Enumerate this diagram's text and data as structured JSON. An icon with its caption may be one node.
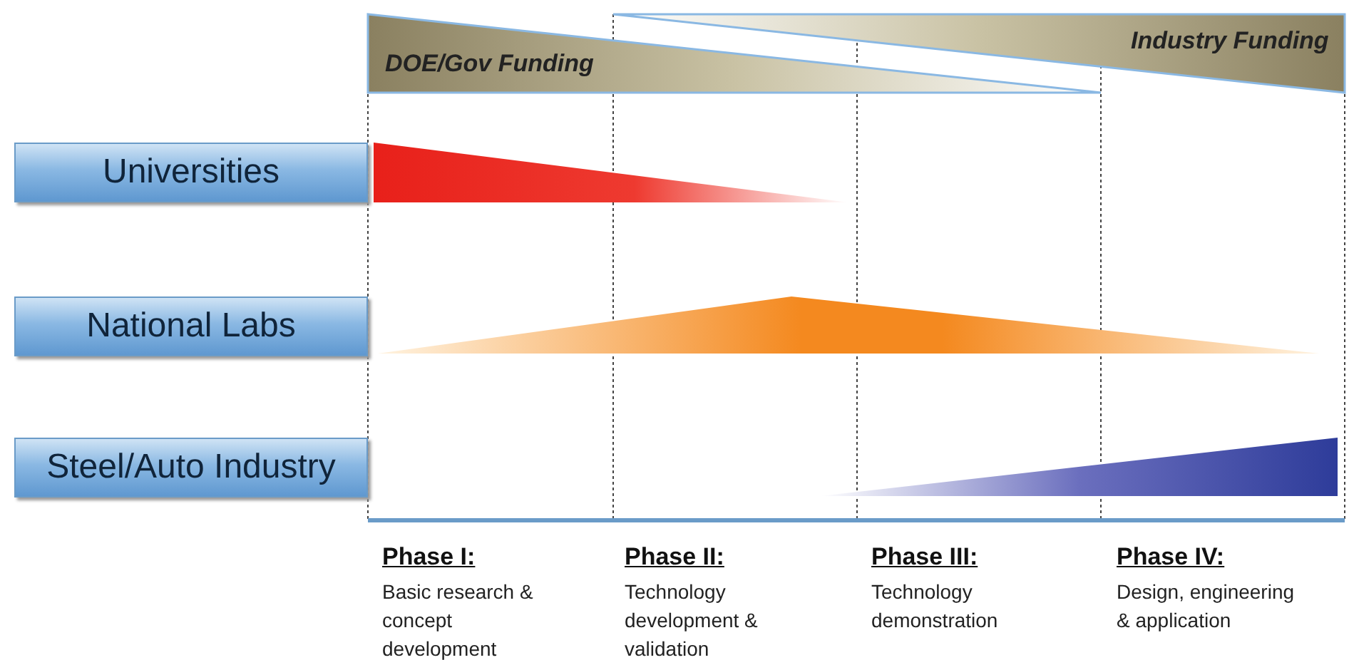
{
  "diagram": {
    "nodes": [
      {
        "text": [
          "DOE/Gov Funding"
        ]
      },
      {
        "text": [
          "Industry Funding"
        ]
      },
      {
        "text": [
          "Universities"
        ]
      },
      {
        "text": [
          "National Labs"
        ]
      },
      {
        "text": [
          "Steel/Auto Industry"
        ]
      },
      {
        "text": [],
        "shape": "triangle"
      },
      {
        "text": [],
        "shape": "triangle"
      },
      {
        "text": [],
        "shape": "triangle"
      }
    ],
    "labels": [
      "Phase I:",
      "Basic research & concept development",
      "Phase II:",
      "Technology development & validation",
      "Phase III:",
      "Technology demonstration",
      "Phase IV:",
      "Design, engineering & application"
    ]
  }
}
